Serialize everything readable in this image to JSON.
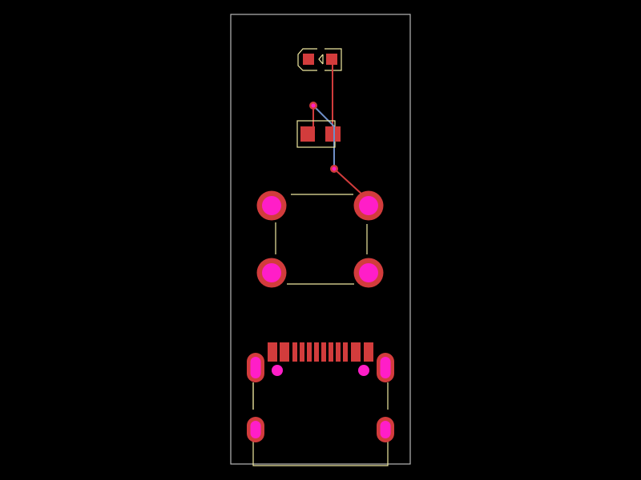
{
  "view": {
    "background": "#000000",
    "layers": [
      "board-outline",
      "silkscreen",
      "front-copper",
      "back-copper",
      "drill-holes"
    ]
  },
  "colors": {
    "background": "#000000",
    "board_outline": "#b8b8b8",
    "silkscreen": "#f0e8a0",
    "copper_front": "#d23c3c",
    "copper_back": "#6f8fc8",
    "drill_hole": "#ff1ec8",
    "via_ring": "#d23c3c"
  },
  "components": [
    {
      "name": "led-footprint",
      "icon": "led-polarity-icon"
    },
    {
      "name": "sot23-footprint",
      "icon": "transistor-icon"
    },
    {
      "name": "tactile-switch-footprint",
      "icon": "switch-icon"
    },
    {
      "name": "usb-c-connector-footprint",
      "icon": "usb-c-icon"
    }
  ]
}
